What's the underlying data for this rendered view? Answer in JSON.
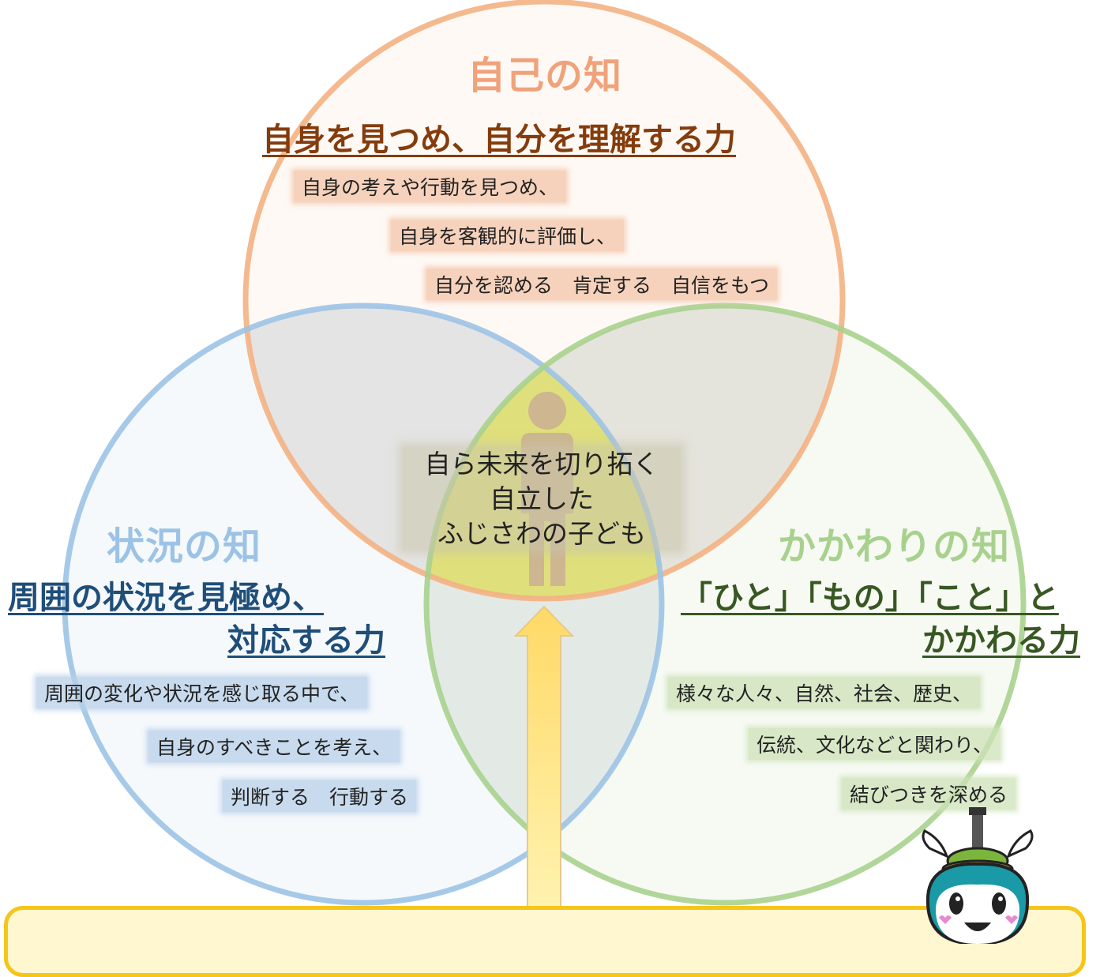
{
  "colors": {
    "orange": "#f2a77e",
    "blue": "#9ec2e6",
    "green": "#a9d18e",
    "yellow": "#f5c518",
    "title_orange_text": "#f0a27a",
    "title_blue_text": "#9cc3e5",
    "title_green_text": "#a9d18e",
    "power_orange_text": "#843c0c",
    "power_blue_text": "#1f4e79",
    "power_green_text": "#385723"
  },
  "self": {
    "title": "自己の知",
    "power": "自身を見つめ、自分を理解する力",
    "desc": [
      "自身の考えや行動を見つめ、",
      "自身を客観的に評価し、",
      "自分を認める　肯定する　自信をもつ"
    ]
  },
  "situation": {
    "title": "状況の知",
    "power_line1": "周囲の状況を見極め、",
    "power_line2": "対応する力",
    "desc": [
      "周囲の変化や状況を感じ取る中で、",
      "自身のすべきことを考え、",
      "判断する　行動する"
    ]
  },
  "relation": {
    "title": "かかわりの知",
    "power_line1": "「ひと」「もの」「こと」と",
    "power_line2": "かかわる力",
    "desc": [
      "様々な人々、自然、社会、歴史、",
      "伝統、文化などと関わり、",
      "結びつきを深める"
    ]
  },
  "center": {
    "lines": [
      "自ら未来を切り拓く",
      "自立した",
      "ふじさわの子ども"
    ]
  },
  "icons": {
    "person": "person-icon",
    "arrow": "up-arrow-icon",
    "mascot": "mascot-icon"
  }
}
